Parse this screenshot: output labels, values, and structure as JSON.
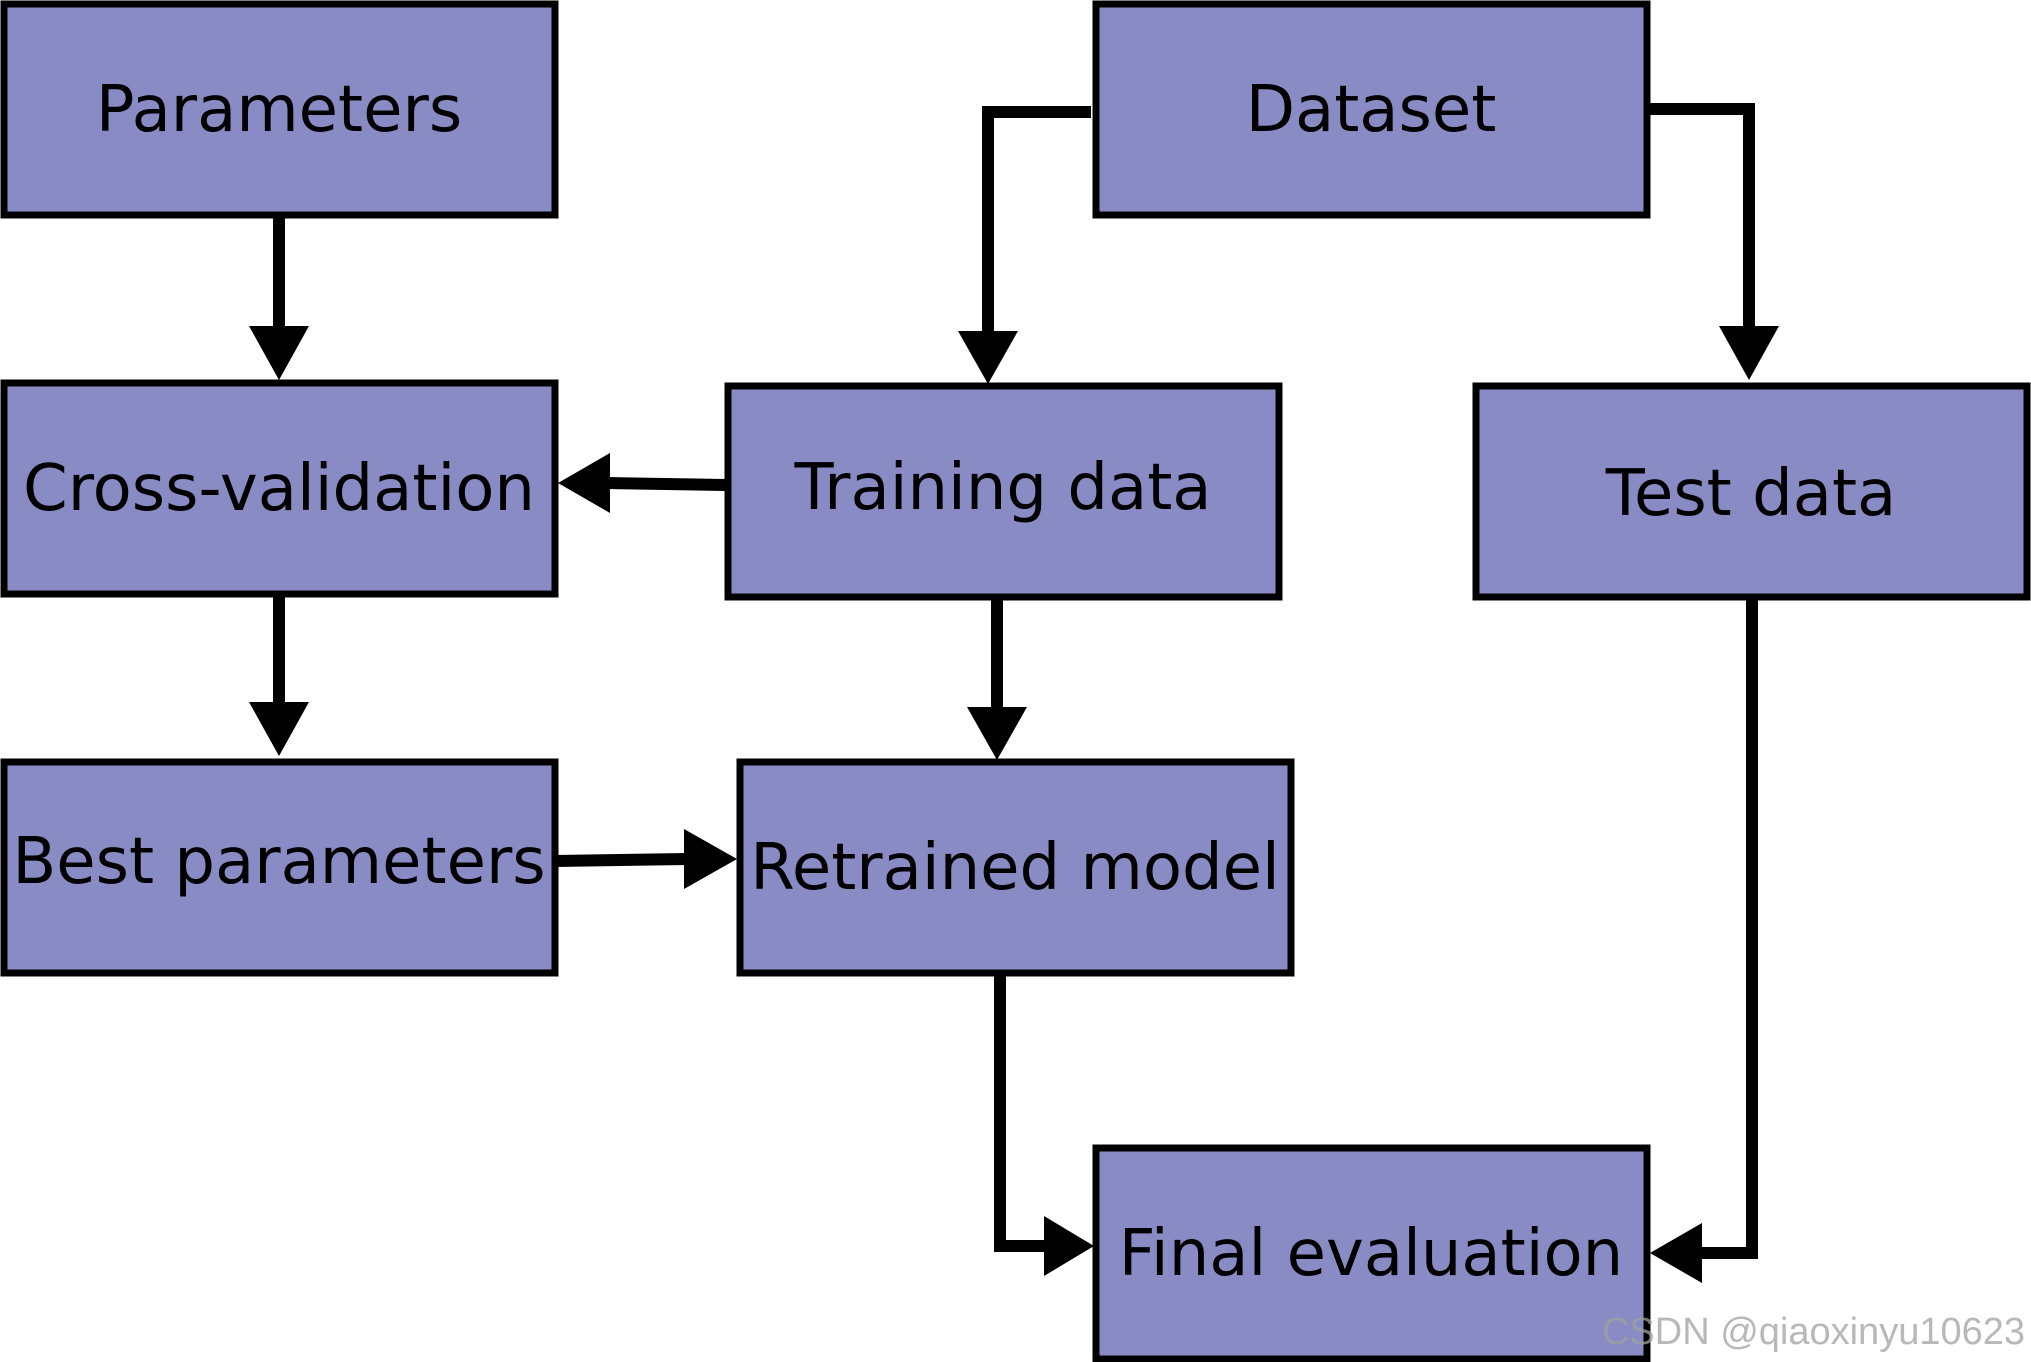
{
  "diagram": {
    "nodes": {
      "parameters": "Parameters",
      "dataset": "Dataset",
      "cross_validation": "Cross-validation",
      "training_data": "Training data",
      "test_data": "Test data",
      "best_parameters": "Best parameters",
      "retrained_model": "Retrained model",
      "final_evaluation": "Final evaluation"
    },
    "edges": [
      {
        "from": "parameters",
        "to": "cross_validation"
      },
      {
        "from": "dataset",
        "to": "training_data"
      },
      {
        "from": "dataset",
        "to": "test_data"
      },
      {
        "from": "training_data",
        "to": "cross_validation"
      },
      {
        "from": "cross_validation",
        "to": "best_parameters"
      },
      {
        "from": "training_data",
        "to": "retrained_model"
      },
      {
        "from": "best_parameters",
        "to": "retrained_model"
      },
      {
        "from": "retrained_model",
        "to": "final_evaluation"
      },
      {
        "from": "test_data",
        "to": "final_evaluation"
      }
    ],
    "colors": {
      "box_fill": "#898bc4",
      "stroke": "#000000"
    }
  },
  "watermark": "CSDN @qiaoxinyu10623"
}
